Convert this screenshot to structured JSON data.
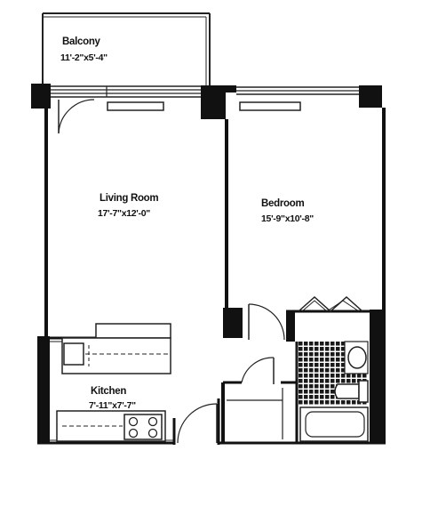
{
  "rooms": {
    "balcony": {
      "name": "Balcony",
      "dimensions": "11'-2\"x5'-4\""
    },
    "living_room": {
      "name": "Living Room",
      "dimensions": "17'-7\"x12'-0\""
    },
    "bedroom": {
      "name": "Bedroom",
      "dimensions": "15'-9\"x10'-8\""
    },
    "kitchen": {
      "name": "Kitchen",
      "dimensions": "7'-11\"x7'-7\""
    }
  },
  "colors": {
    "wall": "#111111",
    "line": "#222222",
    "background": "#ffffff"
  }
}
